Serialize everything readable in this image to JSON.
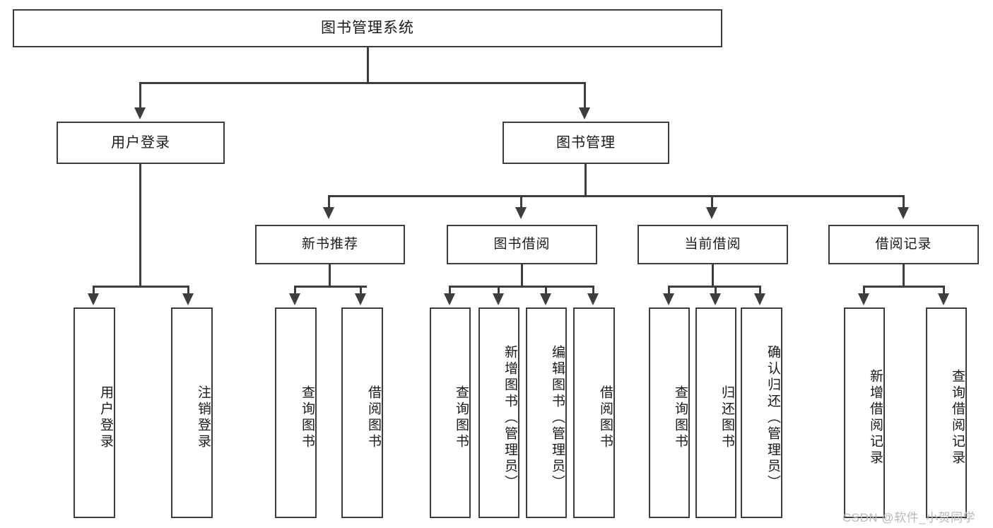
{
  "diagram": {
    "title": "图书管理系统",
    "type": "tree-hierarchy-diagram",
    "root": {
      "label": "图书管理系统"
    },
    "level1": [
      {
        "label": "用户登录"
      },
      {
        "label": "图书管理"
      }
    ],
    "level2": [
      {
        "label": "新书推荐"
      },
      {
        "label": "图书借阅"
      },
      {
        "label": "当前借阅"
      },
      {
        "label": "借阅记录"
      }
    ],
    "leaves": {
      "user_login": [
        {
          "label": "用户登录"
        },
        {
          "label": "注销登录"
        }
      ],
      "new_book_recommend": [
        {
          "label": "查询图书"
        },
        {
          "label": "借阅图书"
        }
      ],
      "book_borrow": [
        {
          "label": "查询图书"
        },
        {
          "label": "新增图书（管理员）"
        },
        {
          "label": "编辑图书（管理员）"
        },
        {
          "label": "借阅图书"
        }
      ],
      "current_borrow": [
        {
          "label": "查询图书"
        },
        {
          "label": "归还图书"
        },
        {
          "label": "确认归还（管理员）"
        }
      ],
      "borrow_record": [
        {
          "label": "新增借阅记录"
        },
        {
          "label": "查询借阅记录"
        }
      ]
    }
  },
  "watermark": {
    "text": "CSDN @软件_小贺同学"
  },
  "colors": {
    "border": "#3d3d3d",
    "background": "#ffffff",
    "text": "#1a1a1a",
    "watermark": "#b9b9b9"
  }
}
